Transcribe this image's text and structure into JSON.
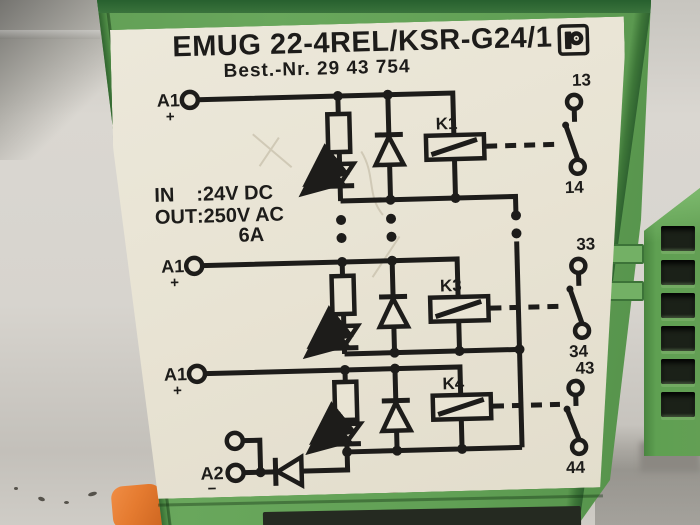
{
  "module": {
    "title": "EMUG 22-4REL/KSR-G24/1",
    "order_number": "Best.-Nr. 29 43 754",
    "logo_icon": "phoenix-contact-logo",
    "specs": {
      "in_label": "IN",
      "in_value": ":24V DC",
      "out_label": "OUT",
      "out_value": ":250V AC",
      "current": "6A"
    },
    "circuits": [
      {
        "terminal": "A1",
        "polarity": "+",
        "relay": "K1",
        "contact_top": "13",
        "contact_bottom": "14"
      },
      {
        "terminal": "A1",
        "polarity": "+",
        "relay": "K3",
        "contact_top": "33",
        "contact_bottom": "34"
      },
      {
        "terminal": "A1",
        "polarity": "+",
        "relay": "K4",
        "contact_top": "43",
        "contact_bottom": "44"
      }
    ],
    "common_terminal": {
      "label": "A2",
      "polarity": "−"
    }
  },
  "hardware": {
    "terminal_block_holes": 6
  },
  "colors": {
    "module_green": "#61a055",
    "label_cream": "#e9e4d4",
    "ink": "#1d1c1a",
    "clip_orange": "#e0772e",
    "background_gray": "#d3d0ca",
    "terminal_block_green": "#5f9e52"
  }
}
